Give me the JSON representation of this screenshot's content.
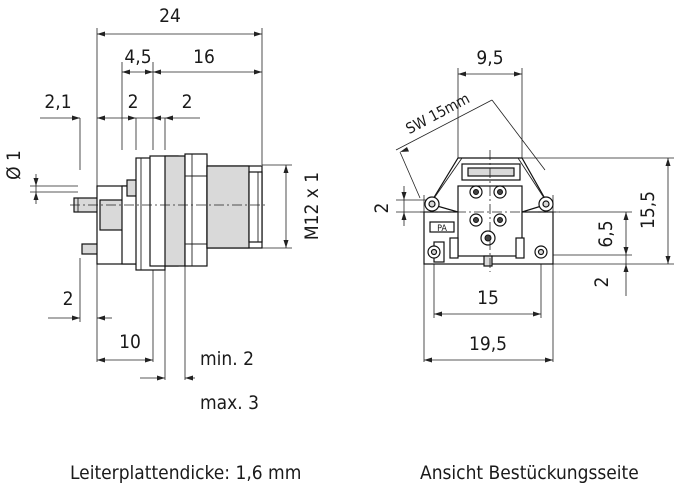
{
  "side_view": {
    "dims": {
      "overall": "24",
      "front": "4,5",
      "body": "16",
      "d21": "2,1",
      "d2a": "2",
      "d2b": "2",
      "dia": "Ø 1",
      "thread": "M12 x 1",
      "d2c": "2",
      "d10": "10",
      "min2": "min. 2",
      "max3": "max. 3"
    },
    "caption": "Leiterplattendicke: 1,6 mm"
  },
  "front_view": {
    "dims": {
      "d95": "9,5",
      "sw": "SW 15mm",
      "d2": "2",
      "d65": "6,5",
      "d155": "15,5",
      "d2b": "2",
      "d15": "15",
      "d195": "19,5"
    },
    "label_pa": "PA",
    "caption": "Ansicht Bestückungsseite"
  }
}
